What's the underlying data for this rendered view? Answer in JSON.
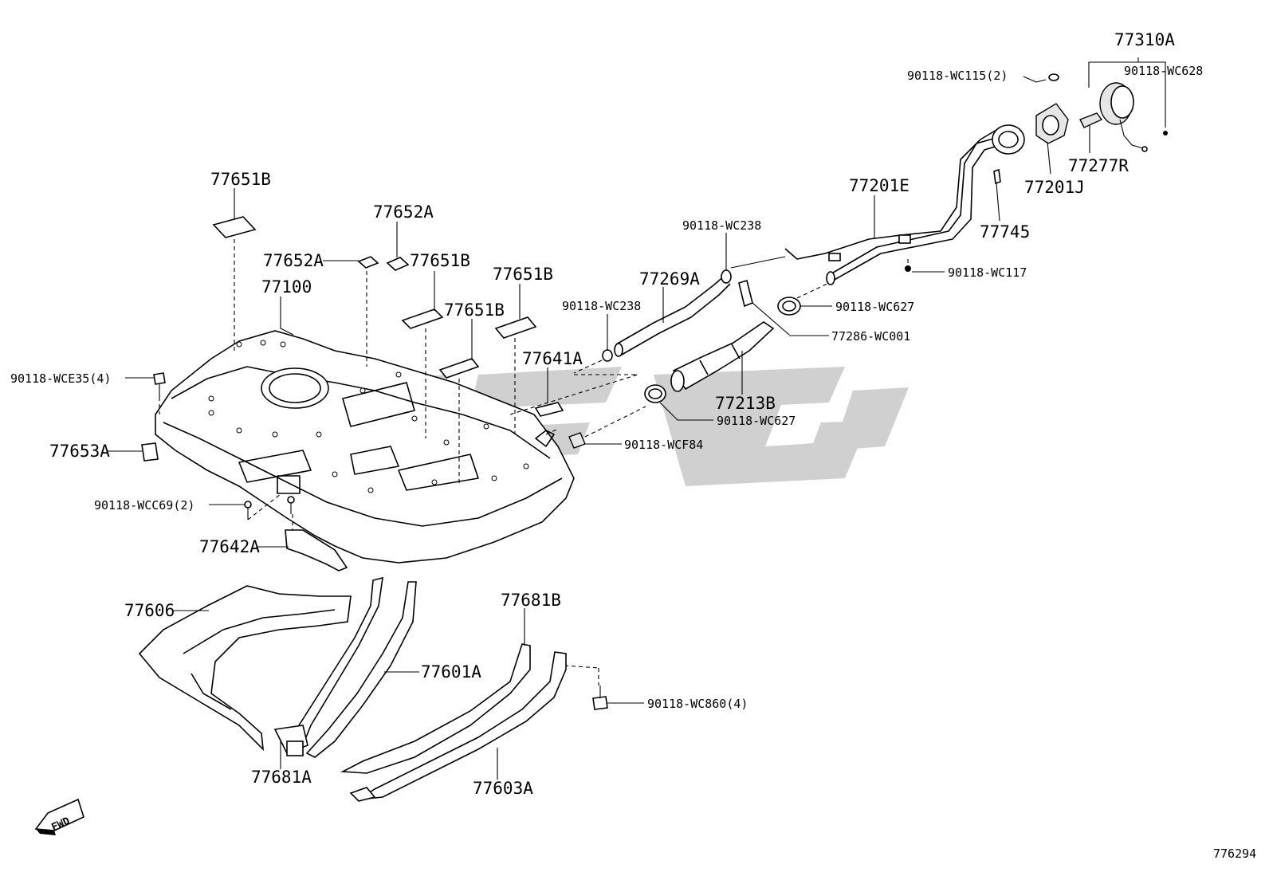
{
  "diagram": {
    "watermark_color": "#c8c8c8",
    "ref_number": "776294",
    "fwd_label": "FWD",
    "labels": {
      "p77310A": "77310A",
      "p90118WC628": "90118-WC628",
      "p90118WC115": "90118-WC115(2)",
      "p77201J": "77201J",
      "p77277R": "77277R",
      "p77745": "77745",
      "p77201E": "77201E",
      "p90118WC238a": "90118-WC238",
      "p90118WC117": "90118-WC117",
      "p77269A": "77269A",
      "p90118WC627a": "90118-WC627",
      "p90118WC238b": "90118-WC238",
      "p77286WC001": "77286-WC001",
      "p77213B": "77213B",
      "p90118WC627b": "90118-WC627",
      "p90118WCF84": "90118-WCF84",
      "p77641A": "77641A",
      "p77651Ba": "77651B",
      "p77652Aa": "77652A",
      "p77652Ab": "77652A",
      "p77651Bb": "77651B",
      "p77651Bc": "77651B",
      "p77651Bd": "77651B",
      "p77100": "77100",
      "p90118WCE35": "90118-WCE35(4)",
      "p77653A": "77653A",
      "p90118WCC69": "90118-WCC69(2)",
      "p77642A": "77642A",
      "p77606": "77606",
      "p77601A": "77601A",
      "p77681B": "77681B",
      "p90118WC860": "90118-WC860(4)",
      "p77681A": "77681A",
      "p77603A": "77603A"
    }
  }
}
